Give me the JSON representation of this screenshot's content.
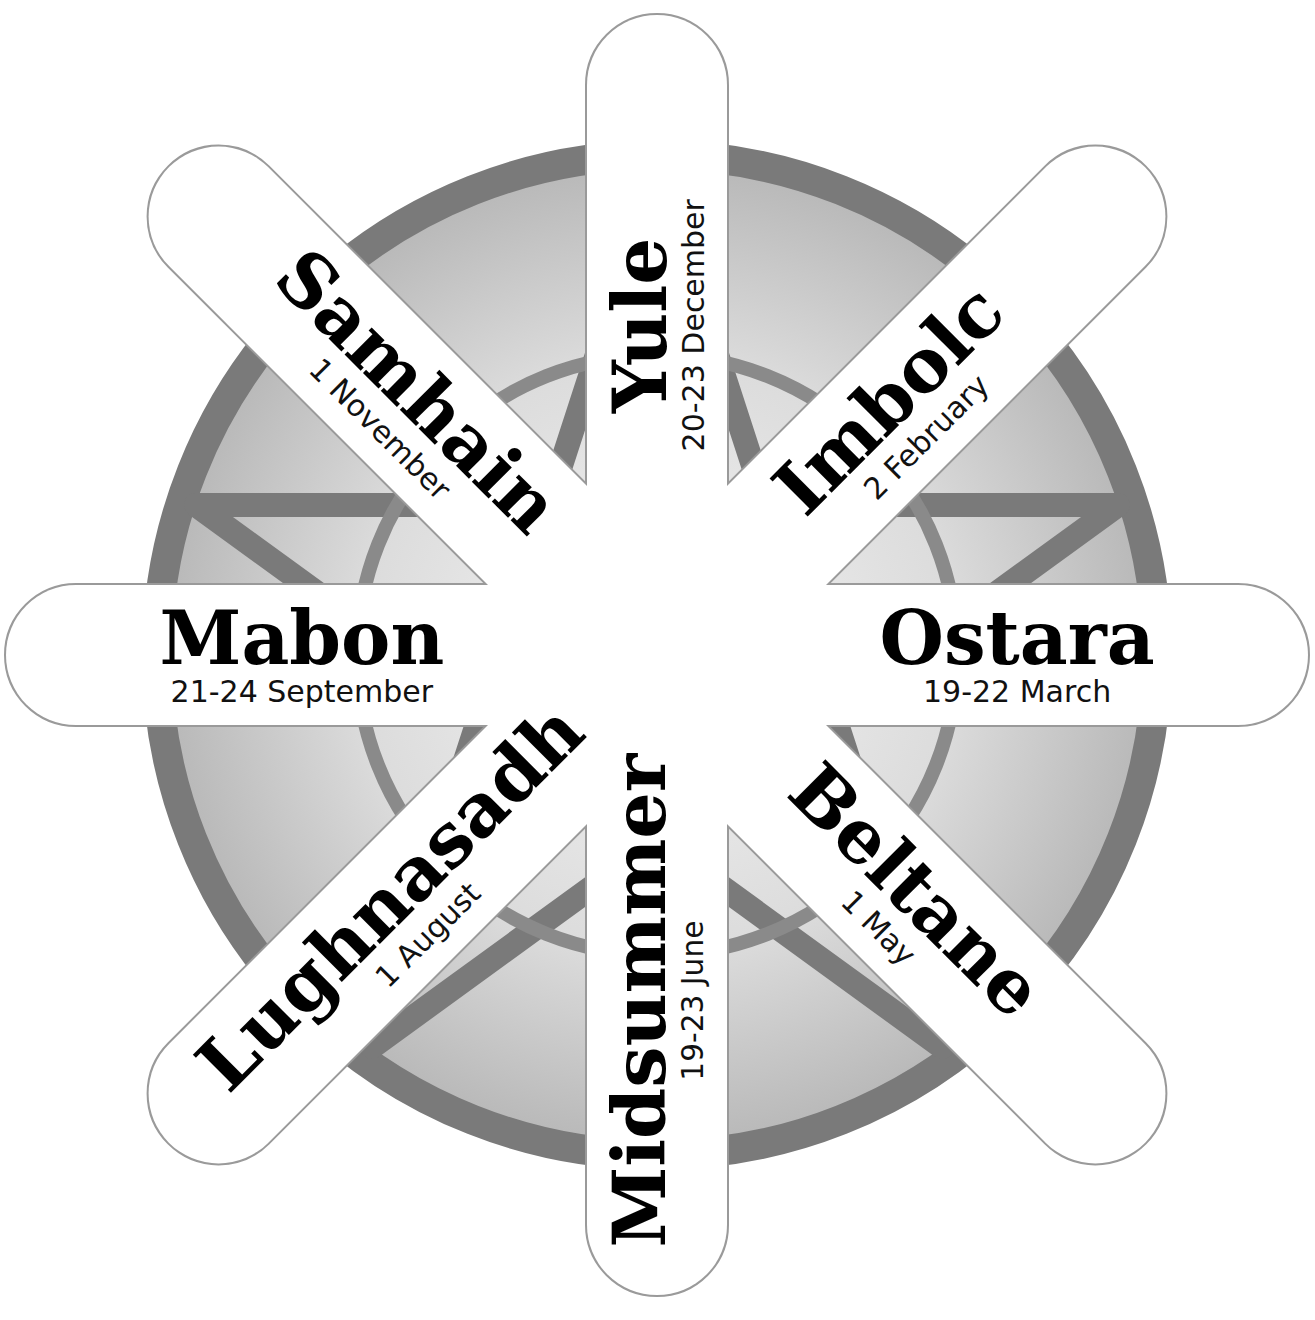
{
  "diagram": {
    "nodes": [
      {
        "text": [
          "Yule",
          "20-23 December"
        ]
      },
      {
        "text": [
          "Samhain",
          "1 November"
        ]
      },
      {
        "text": [
          "Imbolc",
          "2 February"
        ]
      },
      {
        "text": [
          "Mabon",
          "21-24 September"
        ]
      },
      {
        "text": [
          "Ostara",
          "19-22 March"
        ]
      },
      {
        "text": [
          "Lughnasadh",
          "1 August"
        ]
      },
      {
        "text": [
          "Beltane",
          "1 May"
        ]
      },
      {
        "text": [
          "Midsummer",
          "19-23  June"
        ]
      }
    ]
  }
}
